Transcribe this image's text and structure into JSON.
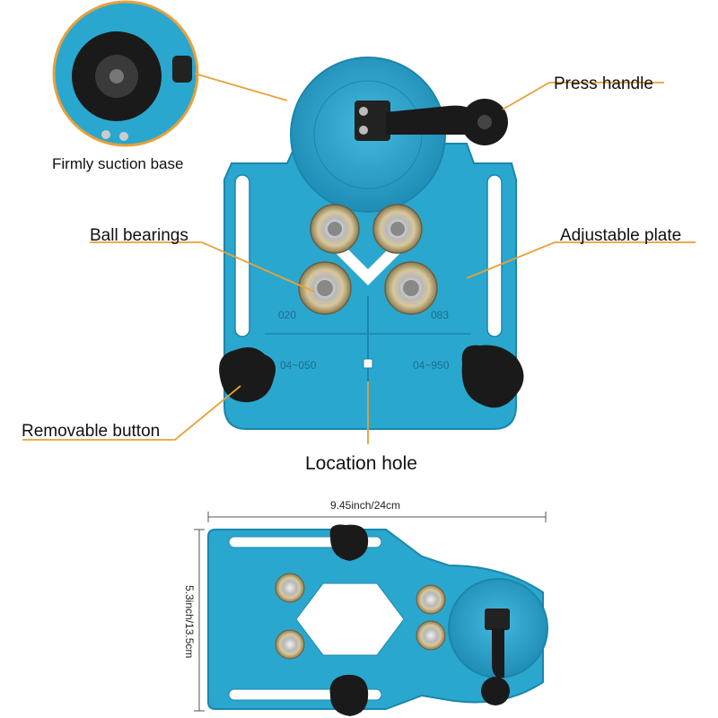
{
  "labels": {
    "firmly_suction_base": "Firmly suction base",
    "press_handle": "Press handle",
    "ball_bearings": "Ball bearings",
    "adjustable_plate": "Adjustable plate",
    "removable_button": "Removable button",
    "location_hole": "Location hole"
  },
  "dimensions": {
    "width": "9.45inch/24cm",
    "height": "5.3inch/13.5cm"
  },
  "plate_markings": {
    "left_top": "020",
    "right_top": "083",
    "left_bottom": "04~050",
    "right_bottom": "04~950"
  },
  "colors": {
    "plate": "#2aa7cf",
    "leader_line": "#e8a13a",
    "knob": "#1a1a1a",
    "bearing": "#c9b98a"
  }
}
